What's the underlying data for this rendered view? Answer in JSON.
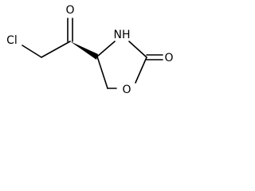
{
  "molecule": {
    "atoms": {
      "chlorine": "Cl",
      "ketone_oxygen": "O",
      "ring_nitrogen": "NH",
      "carbonyl_oxygen": "O",
      "ring_oxygen": "O"
    },
    "wedge_color": "#000000"
  }
}
